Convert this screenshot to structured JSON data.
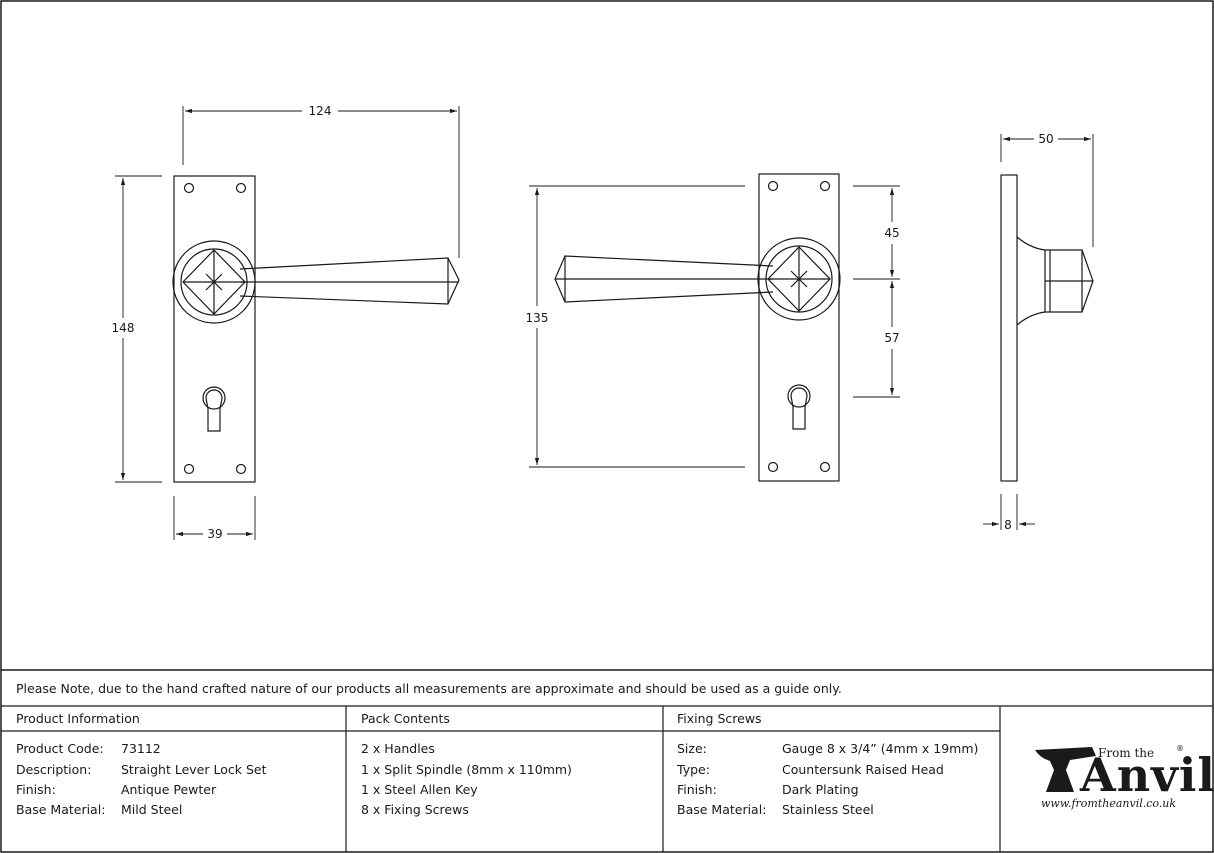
{
  "dimensions": {
    "front_width": "124",
    "front_height": "148",
    "plate_width": "39",
    "rear_height": "135",
    "rear_upper": "45",
    "rear_lower": "57",
    "side_projection": "50",
    "side_thickness": "8"
  },
  "note": "Please Note, due to the hand crafted nature of our products all measurements are approximate and should be used as a guide only.",
  "product_info": {
    "heading": "Product Information",
    "rows": [
      {
        "label": "Product Code:",
        "value": "73112"
      },
      {
        "label": "Description:",
        "value": "Straight Lever Lock Set"
      },
      {
        "label": "Finish:",
        "value": "Antique Pewter"
      },
      {
        "label": "Base Material:",
        "value": "Mild Steel"
      }
    ]
  },
  "pack_contents": {
    "heading": "Pack Contents",
    "items": [
      "2 x Handles",
      "1 x Split Spindle (8mm x 110mm)",
      "1 x Steel Allen Key",
      "8 x Fixing Screws"
    ]
  },
  "fixing_screws": {
    "heading": "Fixing Screws",
    "rows": [
      {
        "label": "Size:",
        "value": "Gauge 8 x 3/4” (4mm x 19mm)"
      },
      {
        "label": "Type:",
        "value": "Countersunk Raised Head"
      },
      {
        "label": "Finish:",
        "value": "Dark Plating"
      },
      {
        "label": "Base Material:",
        "value": "Stainless Steel"
      }
    ]
  },
  "logo": {
    "from_the": "From the",
    "brand": "Anvil",
    "registered": "®",
    "url": "www.fromtheanvil.co.uk"
  }
}
